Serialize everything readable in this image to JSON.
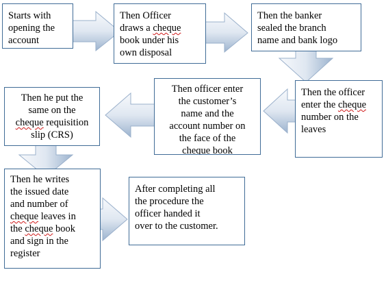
{
  "steps": [
    {
      "id": "open-account",
      "lines": [
        "Starts with",
        "opening the",
        "account"
      ]
    },
    {
      "id": "draw-cheque-book",
      "lines": [
        "Then Officer",
        "draws a cheque",
        "book under his",
        "own disposal"
      ]
    },
    {
      "id": "seal-branch",
      "lines": [
        "Then the banker",
        "sealed the branch",
        "name and bank logo"
      ]
    },
    {
      "id": "enter-cheque-number",
      "lines": [
        "Then the officer",
        "enter the cheque",
        "number on the",
        "leaves"
      ]
    },
    {
      "id": "enter-customer-name",
      "lines": [
        "Then officer enter",
        "the customer’s",
        "name and the",
        "account number on",
        "the face of the",
        "cheque book"
      ]
    },
    {
      "id": "put-on-crs",
      "lines": [
        "Then he put the",
        "same on the",
        "cheque requisition",
        "slip (CRS)"
      ]
    },
    {
      "id": "write-issued-date",
      "lines": [
        "Then he writes",
        "the issued date",
        "and number of",
        "cheque leaves in",
        "the cheque book",
        "and sign in the",
        "register"
      ]
    },
    {
      "id": "hand-over",
      "lines": [
        "After completing all",
        "the procedure the",
        "officer handed it",
        "over to the customer."
      ]
    }
  ],
  "colors": {
    "border": "#3f6b96",
    "arrow_light": "#f7f9fc",
    "arrow_dark": "#9db4cf"
  }
}
